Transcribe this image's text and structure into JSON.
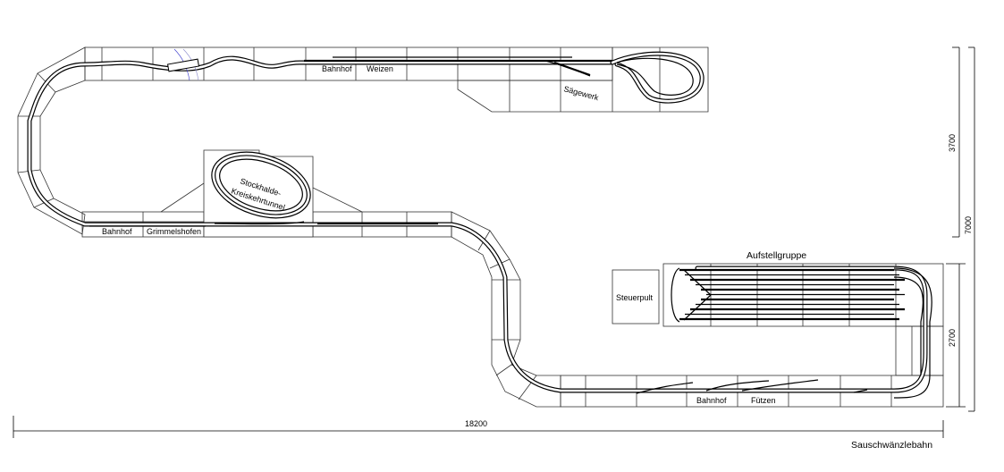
{
  "title": "Sauschwänzlebahn",
  "stations": {
    "weizen": {
      "part1": "Bahnhof",
      "part2": "Weizen"
    },
    "grimmelshofen": {
      "part1": "Bahnhof",
      "part2": "Grimmelshofen"
    },
    "fuetzen": {
      "part1": "Bahnhof",
      "part2": "Fützen"
    }
  },
  "labels": {
    "saegewerk": "Sägewerk",
    "tunnel_line1": "Stockhalde-",
    "tunnel_line2": "Kreiskehrtunnel",
    "aufstellgruppe": "Aufstellgruppe",
    "steuerpult": "Steuerpult"
  },
  "dimensions": {
    "width_total": "18200",
    "height_total": "7000",
    "height_upper": "3700",
    "height_lower": "2700"
  },
  "colors": {
    "track": "#000000",
    "module": "#333333",
    "ramp": "#3333cc"
  }
}
